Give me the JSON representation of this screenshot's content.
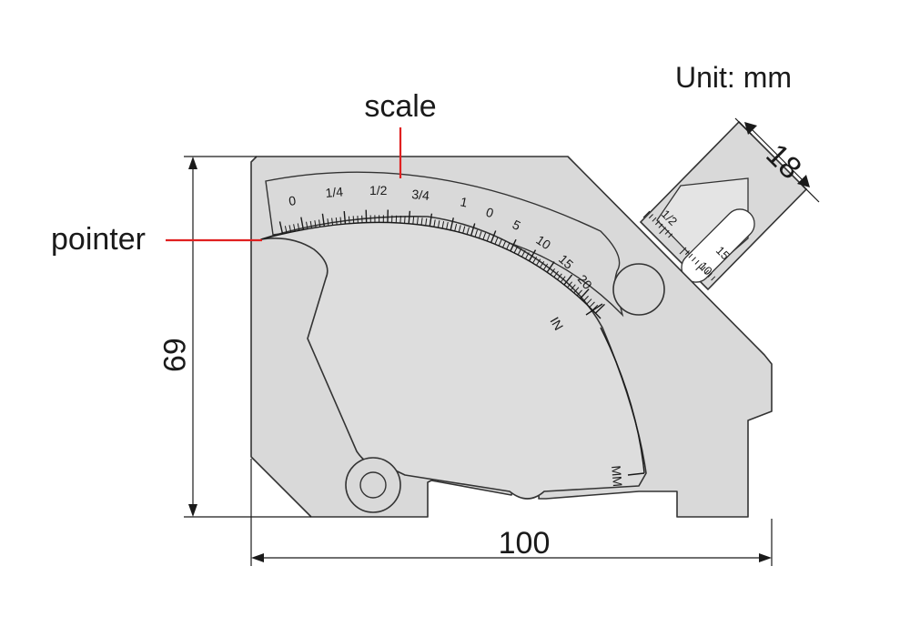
{
  "unit_label": "Unit: mm",
  "callouts": {
    "scale": "scale",
    "pointer": "pointer"
  },
  "dimensions": {
    "height": "69",
    "width": "100",
    "slot_width": "18"
  },
  "main_scale": {
    "in_top_labels": [
      "0",
      "1/4",
      "1/2",
      "3/4",
      "1"
    ],
    "mm_labels": [
      "0",
      "5",
      "10",
      "15",
      "20"
    ],
    "unit_in": "IN",
    "unit_mm": "MM"
  },
  "slot_scale": {
    "labels": [
      "1/2",
      "15",
      "10"
    ]
  },
  "colors": {
    "body_fill": "#d9d9d9",
    "outline": "#333333",
    "callout": "#e02020",
    "text": "#1a1a1a"
  }
}
